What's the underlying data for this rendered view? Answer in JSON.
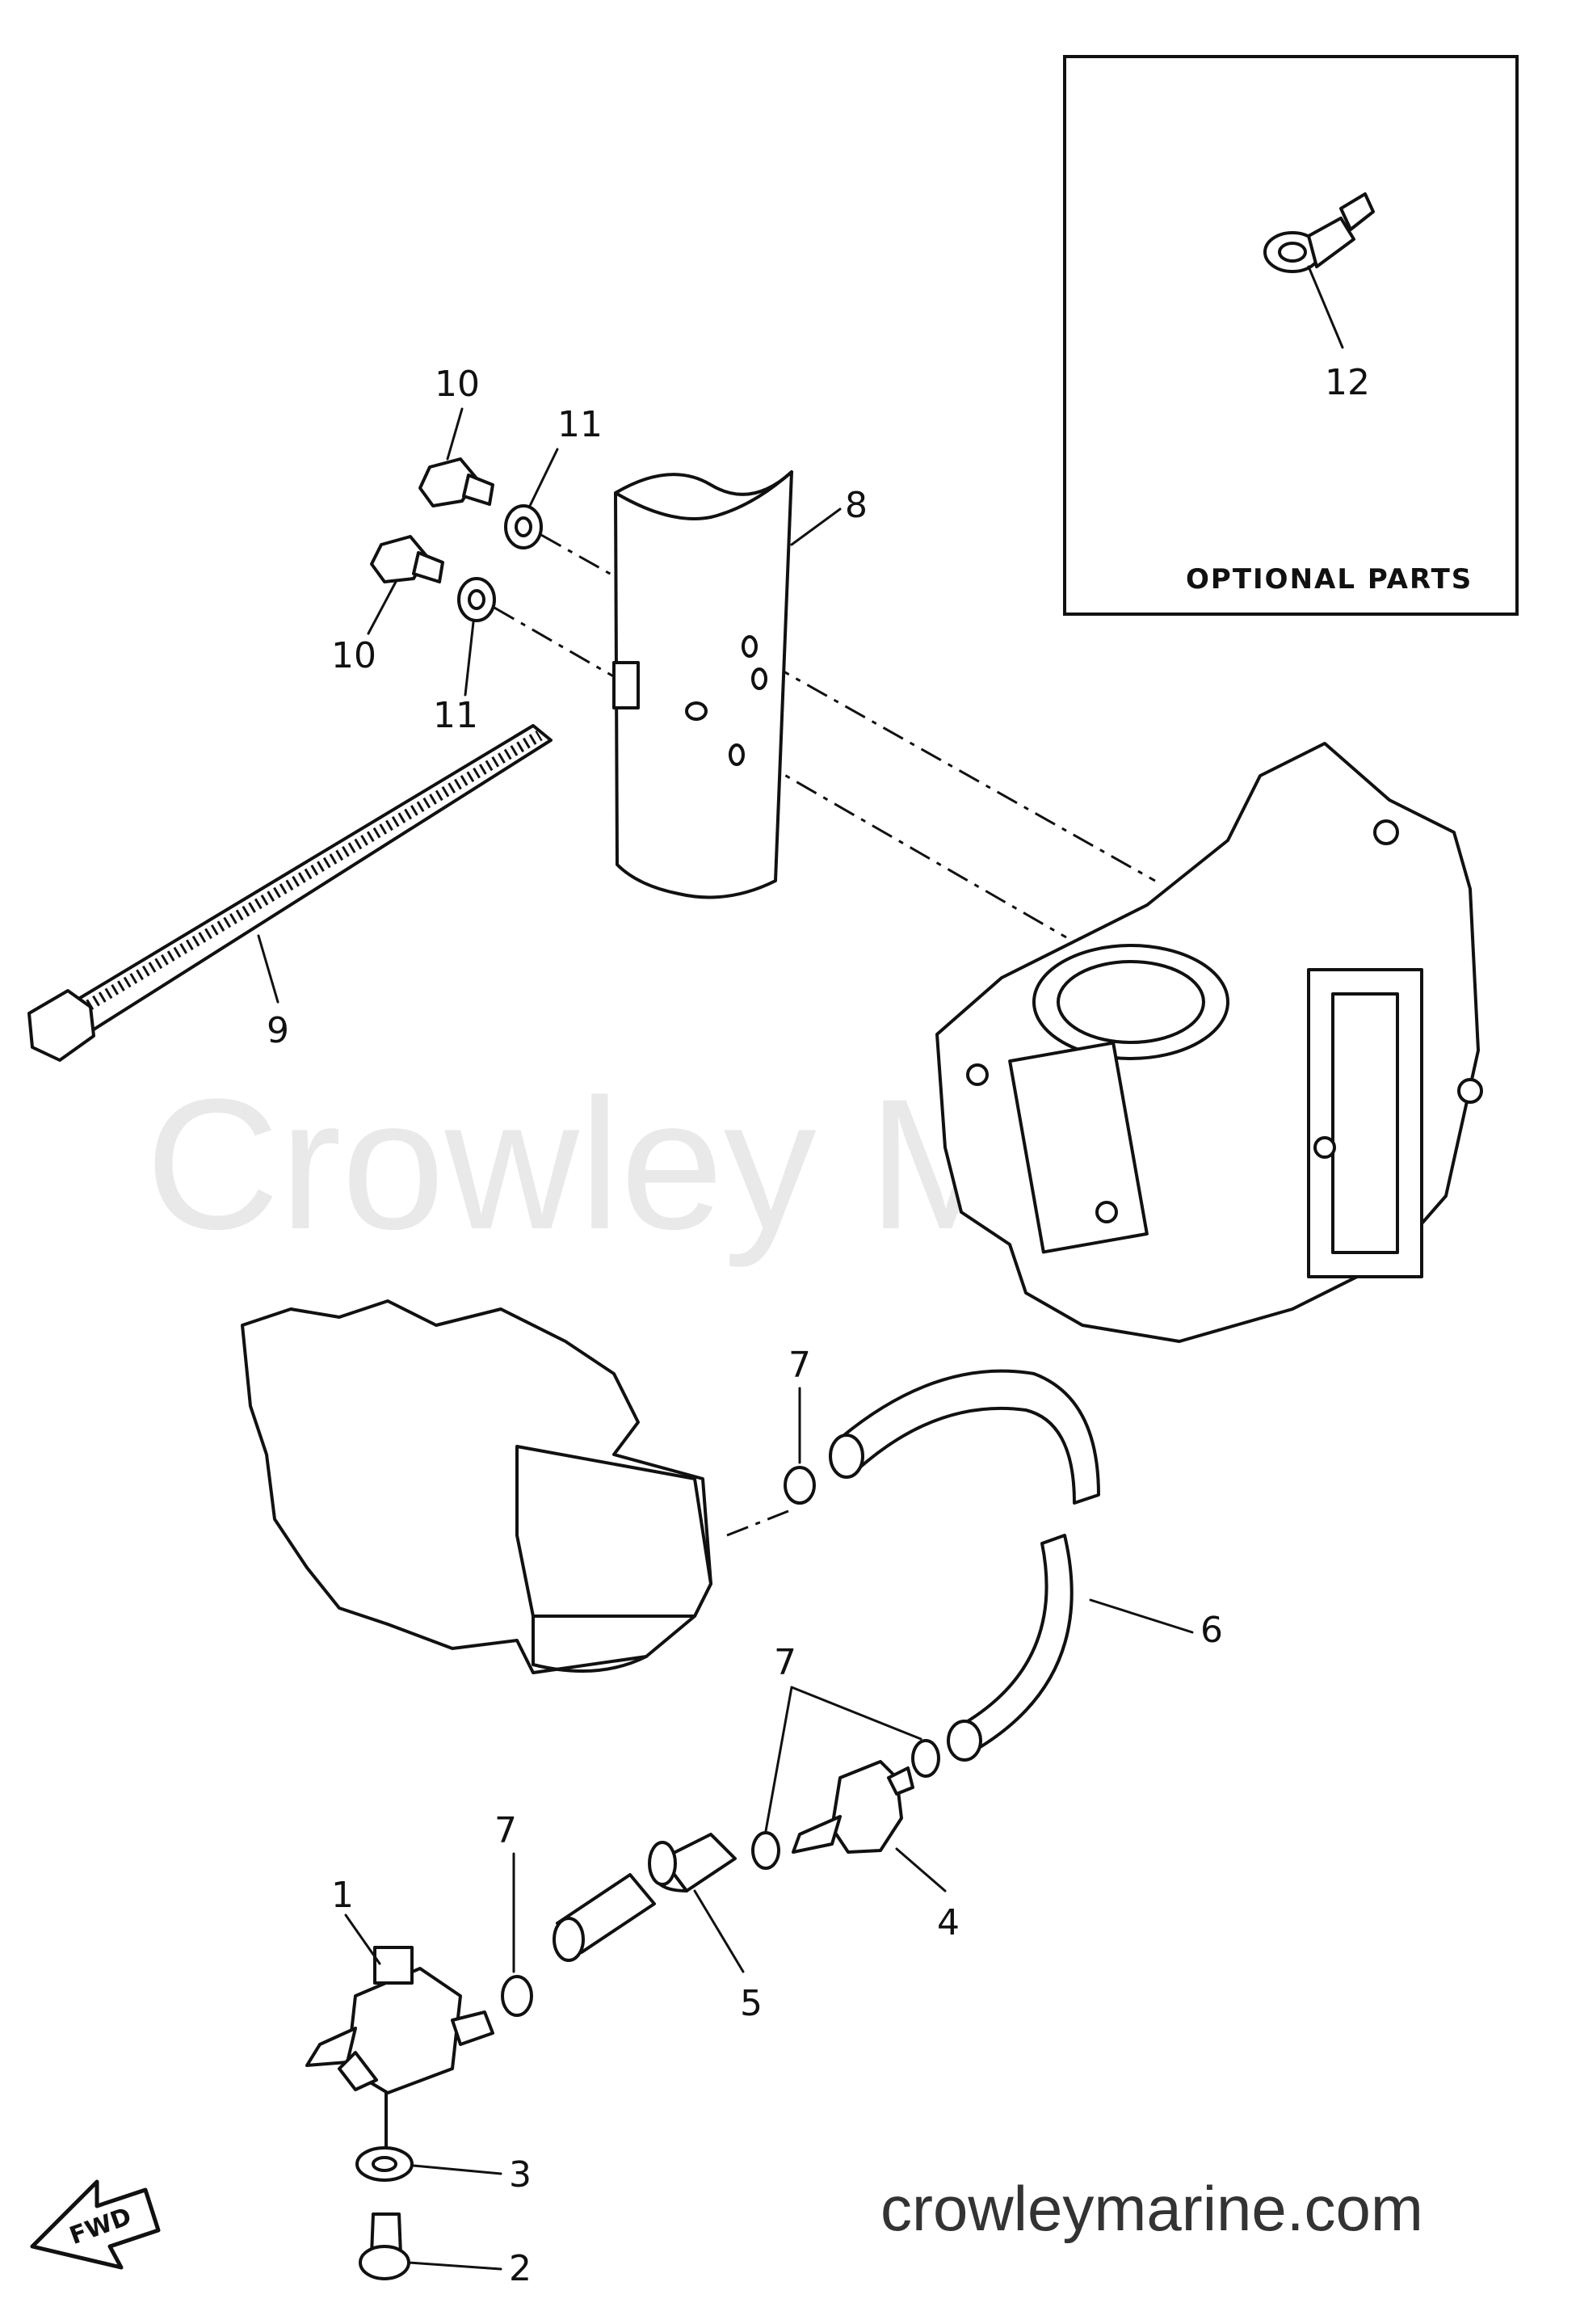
{
  "watermark": "Crowley Marine",
  "site_text": "crowleymarine.com",
  "optional_box": {
    "label": "OPTIONAL PARTS"
  },
  "fwd_label": "FWD",
  "callouts": {
    "c1": "1",
    "c2": "2",
    "c3": "3",
    "c4": "4",
    "c5": "5",
    "c6": "6",
    "c7a": "7",
    "c7b": "7",
    "c7c": "7",
    "c8": "8",
    "c9": "9",
    "c10a": "10",
    "c10b": "10",
    "c11a": "11",
    "c11b": "11",
    "c12": "12"
  }
}
